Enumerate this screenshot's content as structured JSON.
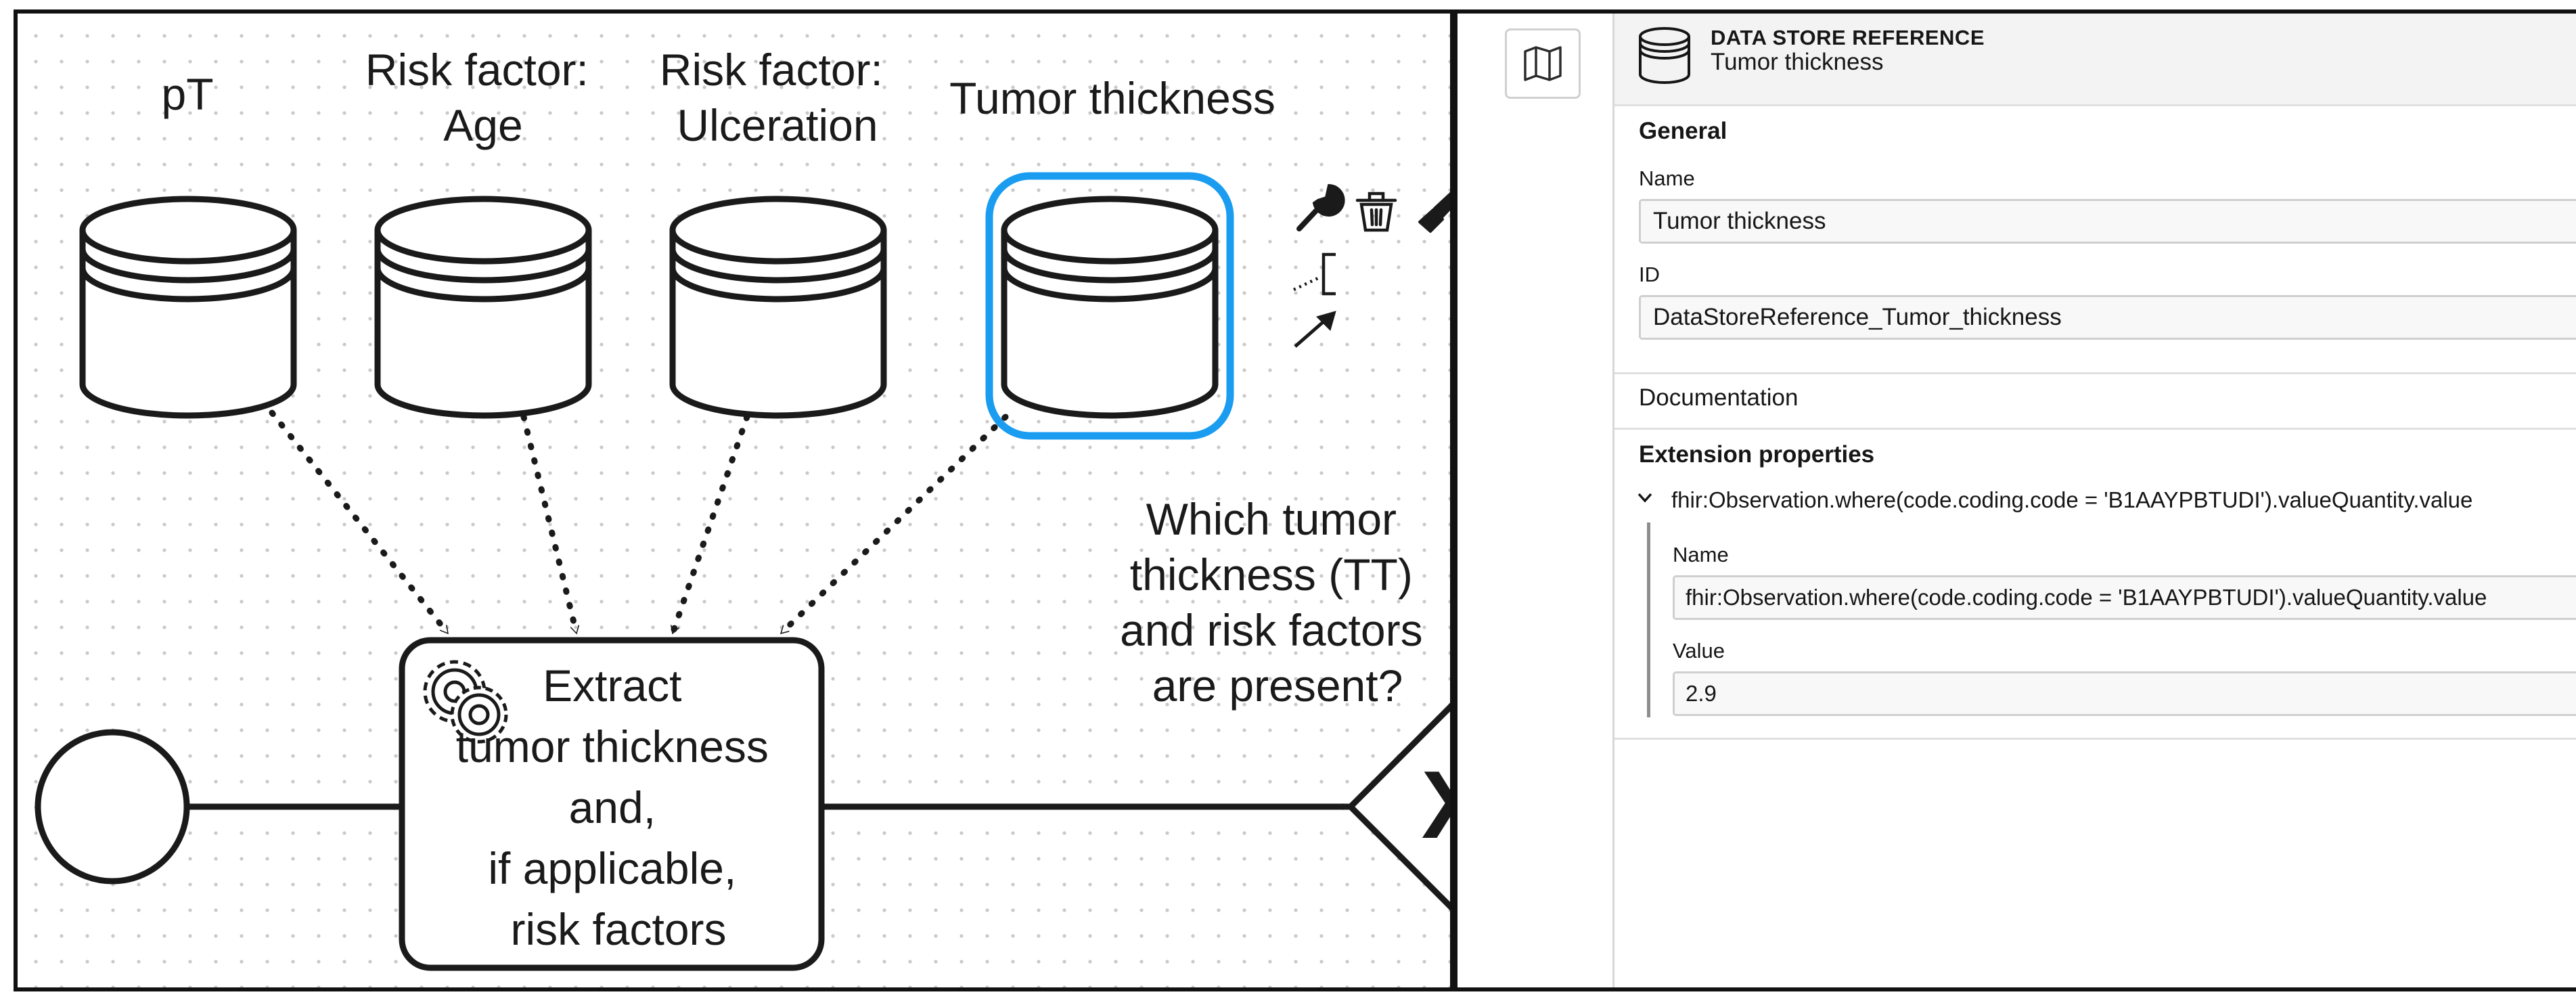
{
  "diagram": {
    "data_stores": [
      {
        "label_lines": [
          "pT"
        ]
      },
      {
        "label_lines": [
          "Risk factor:",
          "Age"
        ]
      },
      {
        "label_lines": [
          "Risk factor:",
          "Ulceration"
        ]
      },
      {
        "label_lines": [
          "Tumor thickness"
        ],
        "selected": true
      }
    ],
    "task": {
      "label_lines": [
        "Extract",
        "tumor thickness",
        "and,",
        "if applicable,",
        "risk factors"
      ],
      "icon": "gears-icon"
    },
    "gateway": {
      "label_lines": [
        "Which tumor",
        "thickness (TT)",
        "and risk factors",
        "are present?"
      ],
      "marker": "X"
    },
    "context_pad": [
      "wrench-icon",
      "trash-icon",
      "paintbrush-icon",
      "text-annotation-icon",
      "connect-arrow-icon"
    ],
    "colors": {
      "selection": "#1a9cf0",
      "stroke": "#1a1a1a"
    }
  },
  "toolbar": {
    "map_button_icon": "map-icon"
  },
  "panel": {
    "header": {
      "type_label": "DATA STORE REFERENCE",
      "element_name": "Tumor thickness",
      "icon": "data-store-icon"
    },
    "general": {
      "title": "General",
      "name_label": "Name",
      "name_value": "Tumor thickness",
      "id_label": "ID",
      "id_value": "DataStoreReference_Tumor_thickness"
    },
    "documentation": {
      "title": "Documentation"
    },
    "extension_properties": {
      "title": "Extension properties",
      "items": [
        {
          "title": "fhir:Observation.where(code.coding.code = 'B1AAYPBTUDI').valueQuantity.value",
          "name_label": "Name",
          "name_value": "fhir:Observation.where(code.coding.code = 'B1AAYPBTUDI').valueQuantity.value",
          "value_label": "Value",
          "value_value": "2.9"
        }
      ]
    }
  }
}
